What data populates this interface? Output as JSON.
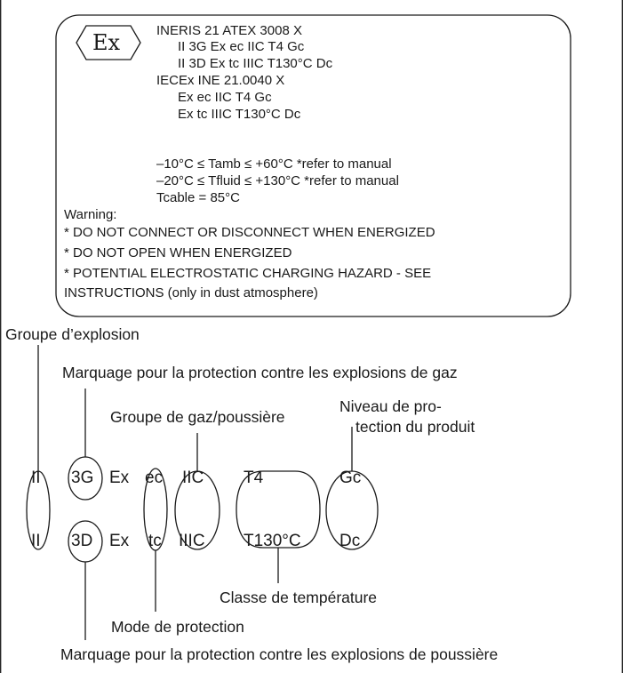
{
  "label_plate": {
    "certificate_atex": "INERIS 21 ATEX 3008 X",
    "atex_gas": "II 3G Ex ec IIC T4 Gc",
    "atex_dust": "II 3D Ex tc IIIC T130°C Dc",
    "certificate_iecex": "IECEx INE 21.0040 X",
    "iecex_gas": "Ex ec IIC T4 Gc",
    "iecex_dust": "Ex tc IIIC T130°C Dc",
    "tamb": "–10°C ≤ Tamb ≤ +60°C *refer to manual",
    "tfluid": "–20°C ≤ Tfluid ≤ +130°C *refer to manual",
    "tcable": "Tcable = 85°C",
    "warning_title": "Warning:",
    "warning_1": "* DO NOT CONNECT OR DISCONNECT WHEN ENERGIZED",
    "warning_2": "* DO NOT OPEN WHEN ENERGIZED",
    "warning_3a": "* POTENTIAL ELECTROSTATIC CHARGING HAZARD - SEE",
    "warning_3b": "INSTRUCTIONS (only in dust atmosphere)",
    "ex_logo_icon": "ex-hexagon-logo",
    "ex_logo_text": "Ex"
  },
  "annotations": {
    "explosion_group": "Groupe d’explosion",
    "gas_marking": "Marquage pour la protection contre les explosions de gaz",
    "gas_dust_group": "Groupe de gaz/poussière",
    "protection_level_1": "Niveau de pro-",
    "protection_level_2": "tection du produit",
    "temperature_class": "Classe de température",
    "protection_mode": "Mode de protection",
    "dust_marking": "Marquage pour la protection contre les explosions de poussière"
  },
  "marking": {
    "gas": {
      "group": "II",
      "category": "3G",
      "ex": "Ex",
      "mode": "ec",
      "subgroup": "IIC",
      "temp": "T4",
      "epl": "Gc"
    },
    "dust": {
      "group": "II",
      "category": "3D",
      "ex": "Ex",
      "mode": "tc",
      "subgroup": "IIIC",
      "temp": "T130°C",
      "epl": "Dc"
    }
  }
}
